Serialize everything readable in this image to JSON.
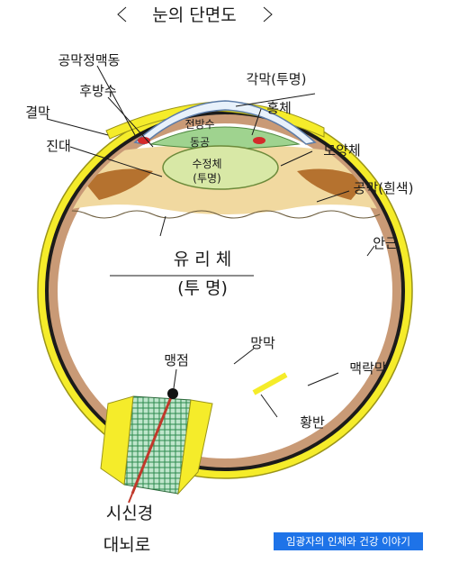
{
  "title": "눈의 단면도",
  "labels": {
    "scleral_venous_sinus": "공막정맥동",
    "posterior_chamber": "후방수",
    "conjunctiva": "결막",
    "zonule": "진대",
    "cornea": "각막(투명)",
    "iris": "홍체",
    "anterior_chamber": "전방수",
    "pupil": "동공",
    "lens": "수정체",
    "lens_note": "(투명)",
    "ciliary_body": "모양체",
    "sclera": "공막(흰색)",
    "eye_muscle": "안근",
    "vitreous": "유 리 체",
    "vitreous_note": "(투 명)",
    "choroid": "맥락막",
    "retina": "망막",
    "blind_spot": "맹점",
    "macula": "황반",
    "optic_nerve": "시신경",
    "to_brain": "대뇌로"
  },
  "credit": "임광자의 인체와 건강 이야기",
  "colors": {
    "sclera": "#f5ec2a",
    "choroid": "#1b1b1b",
    "retina": "#c99a76",
    "ciliary": "#b5722f",
    "lens": "#d8e8a6",
    "anterior": "#9fd38f",
    "iris": "#d42a2a",
    "nerve": "#4aa86a",
    "credit_bg": "#1e73e8"
  }
}
